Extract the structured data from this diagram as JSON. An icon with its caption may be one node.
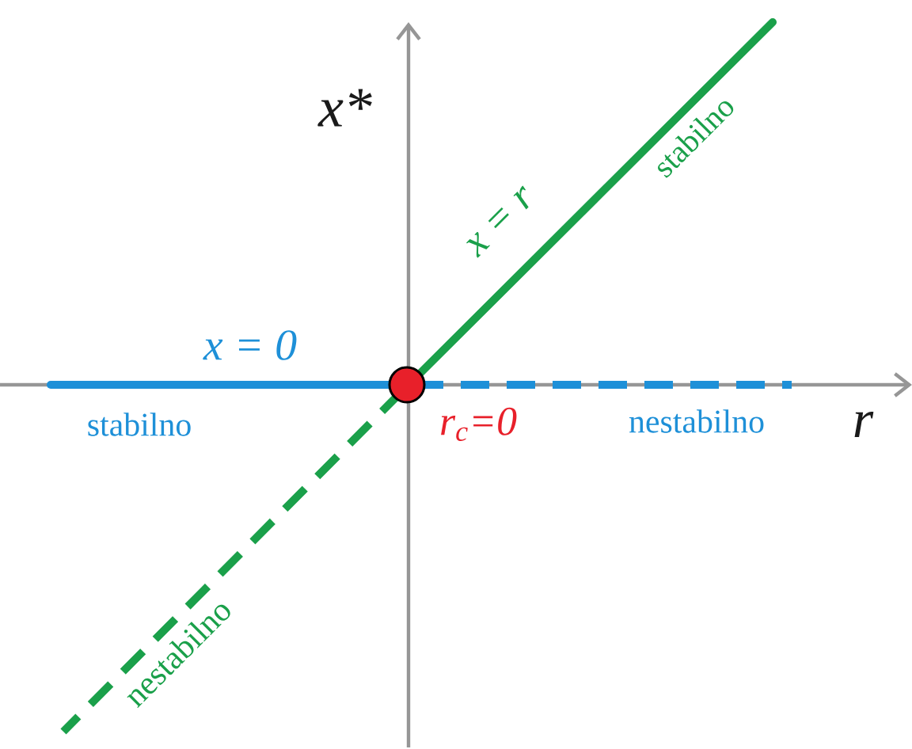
{
  "diagram": {
    "labels": [
      "x*",
      "stabilno",
      "x = r",
      "x = 0",
      "stabilno",
      "r$_{c}$=0",
      "nestabilno",
      "r",
      "nestabilno"
    ]
  }
}
